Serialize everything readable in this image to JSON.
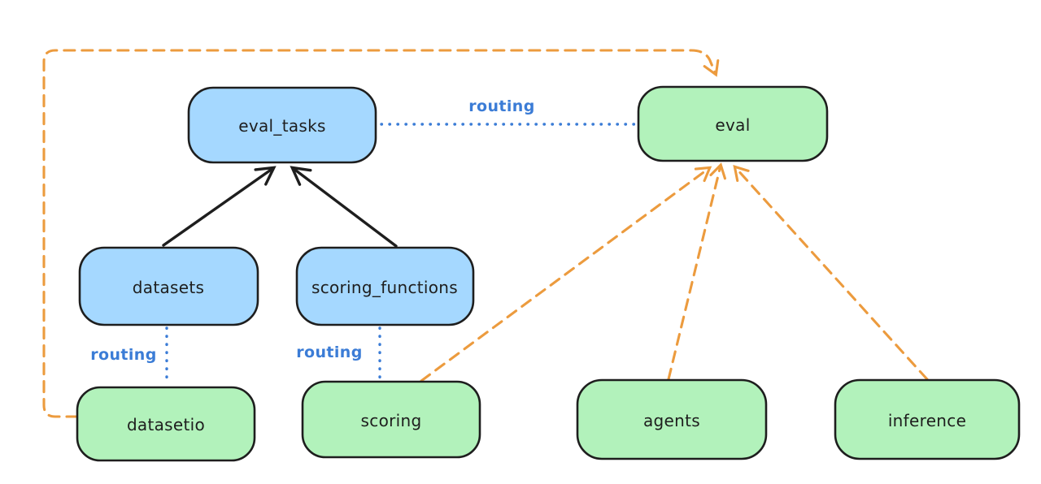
{
  "diagram": {
    "background": "#ffffff",
    "colors": {
      "canvas_bg": "#ffffff",
      "stroke_color": "#1e1e1e",
      "blue_fill": "#a5d8ff",
      "green_fill": "#b2f2bb",
      "routing_blue": "#3b7cd6",
      "provider_orange": "#ec9b3e"
    },
    "nodes": [
      {
        "id": "eval_tasks",
        "label": "eval_tasks",
        "color": "blue"
      },
      {
        "id": "eval",
        "label": "eval",
        "color": "green"
      },
      {
        "id": "datasets",
        "label": "datasets",
        "color": "blue"
      },
      {
        "id": "scoring_functions",
        "label": "scoring_functions",
        "color": "blue"
      },
      {
        "id": "datasetio",
        "label": "datasetio",
        "color": "green"
      },
      {
        "id": "scoring",
        "label": "scoring",
        "color": "green"
      },
      {
        "id": "agents",
        "label": "agents",
        "color": "green"
      },
      {
        "id": "inference",
        "label": "inference",
        "color": "green"
      }
    ],
    "edges": [
      {
        "from": "eval_tasks",
        "to": "eval",
        "style": "dotted-blue",
        "label": "routing"
      },
      {
        "from": "datasets",
        "to": "datasetio",
        "style": "dotted-blue",
        "label": "routing"
      },
      {
        "from": "scoring_functions",
        "to": "scoring",
        "style": "dotted-blue",
        "label": "routing"
      },
      {
        "from": "datasets",
        "to": "eval_tasks",
        "style": "solid-black-arrow",
        "label": ""
      },
      {
        "from": "scoring_functions",
        "to": "eval_tasks",
        "style": "solid-black-arrow",
        "label": ""
      },
      {
        "from": "datasetio",
        "to": "eval",
        "style": "dashed-orange-arrow",
        "label": ""
      },
      {
        "from": "scoring",
        "to": "eval",
        "style": "dashed-orange-arrow",
        "label": ""
      },
      {
        "from": "agents",
        "to": "eval",
        "style": "dashed-orange-arrow",
        "label": ""
      },
      {
        "from": "inference",
        "to": "eval",
        "style": "dashed-orange-arrow",
        "label": ""
      }
    ]
  }
}
